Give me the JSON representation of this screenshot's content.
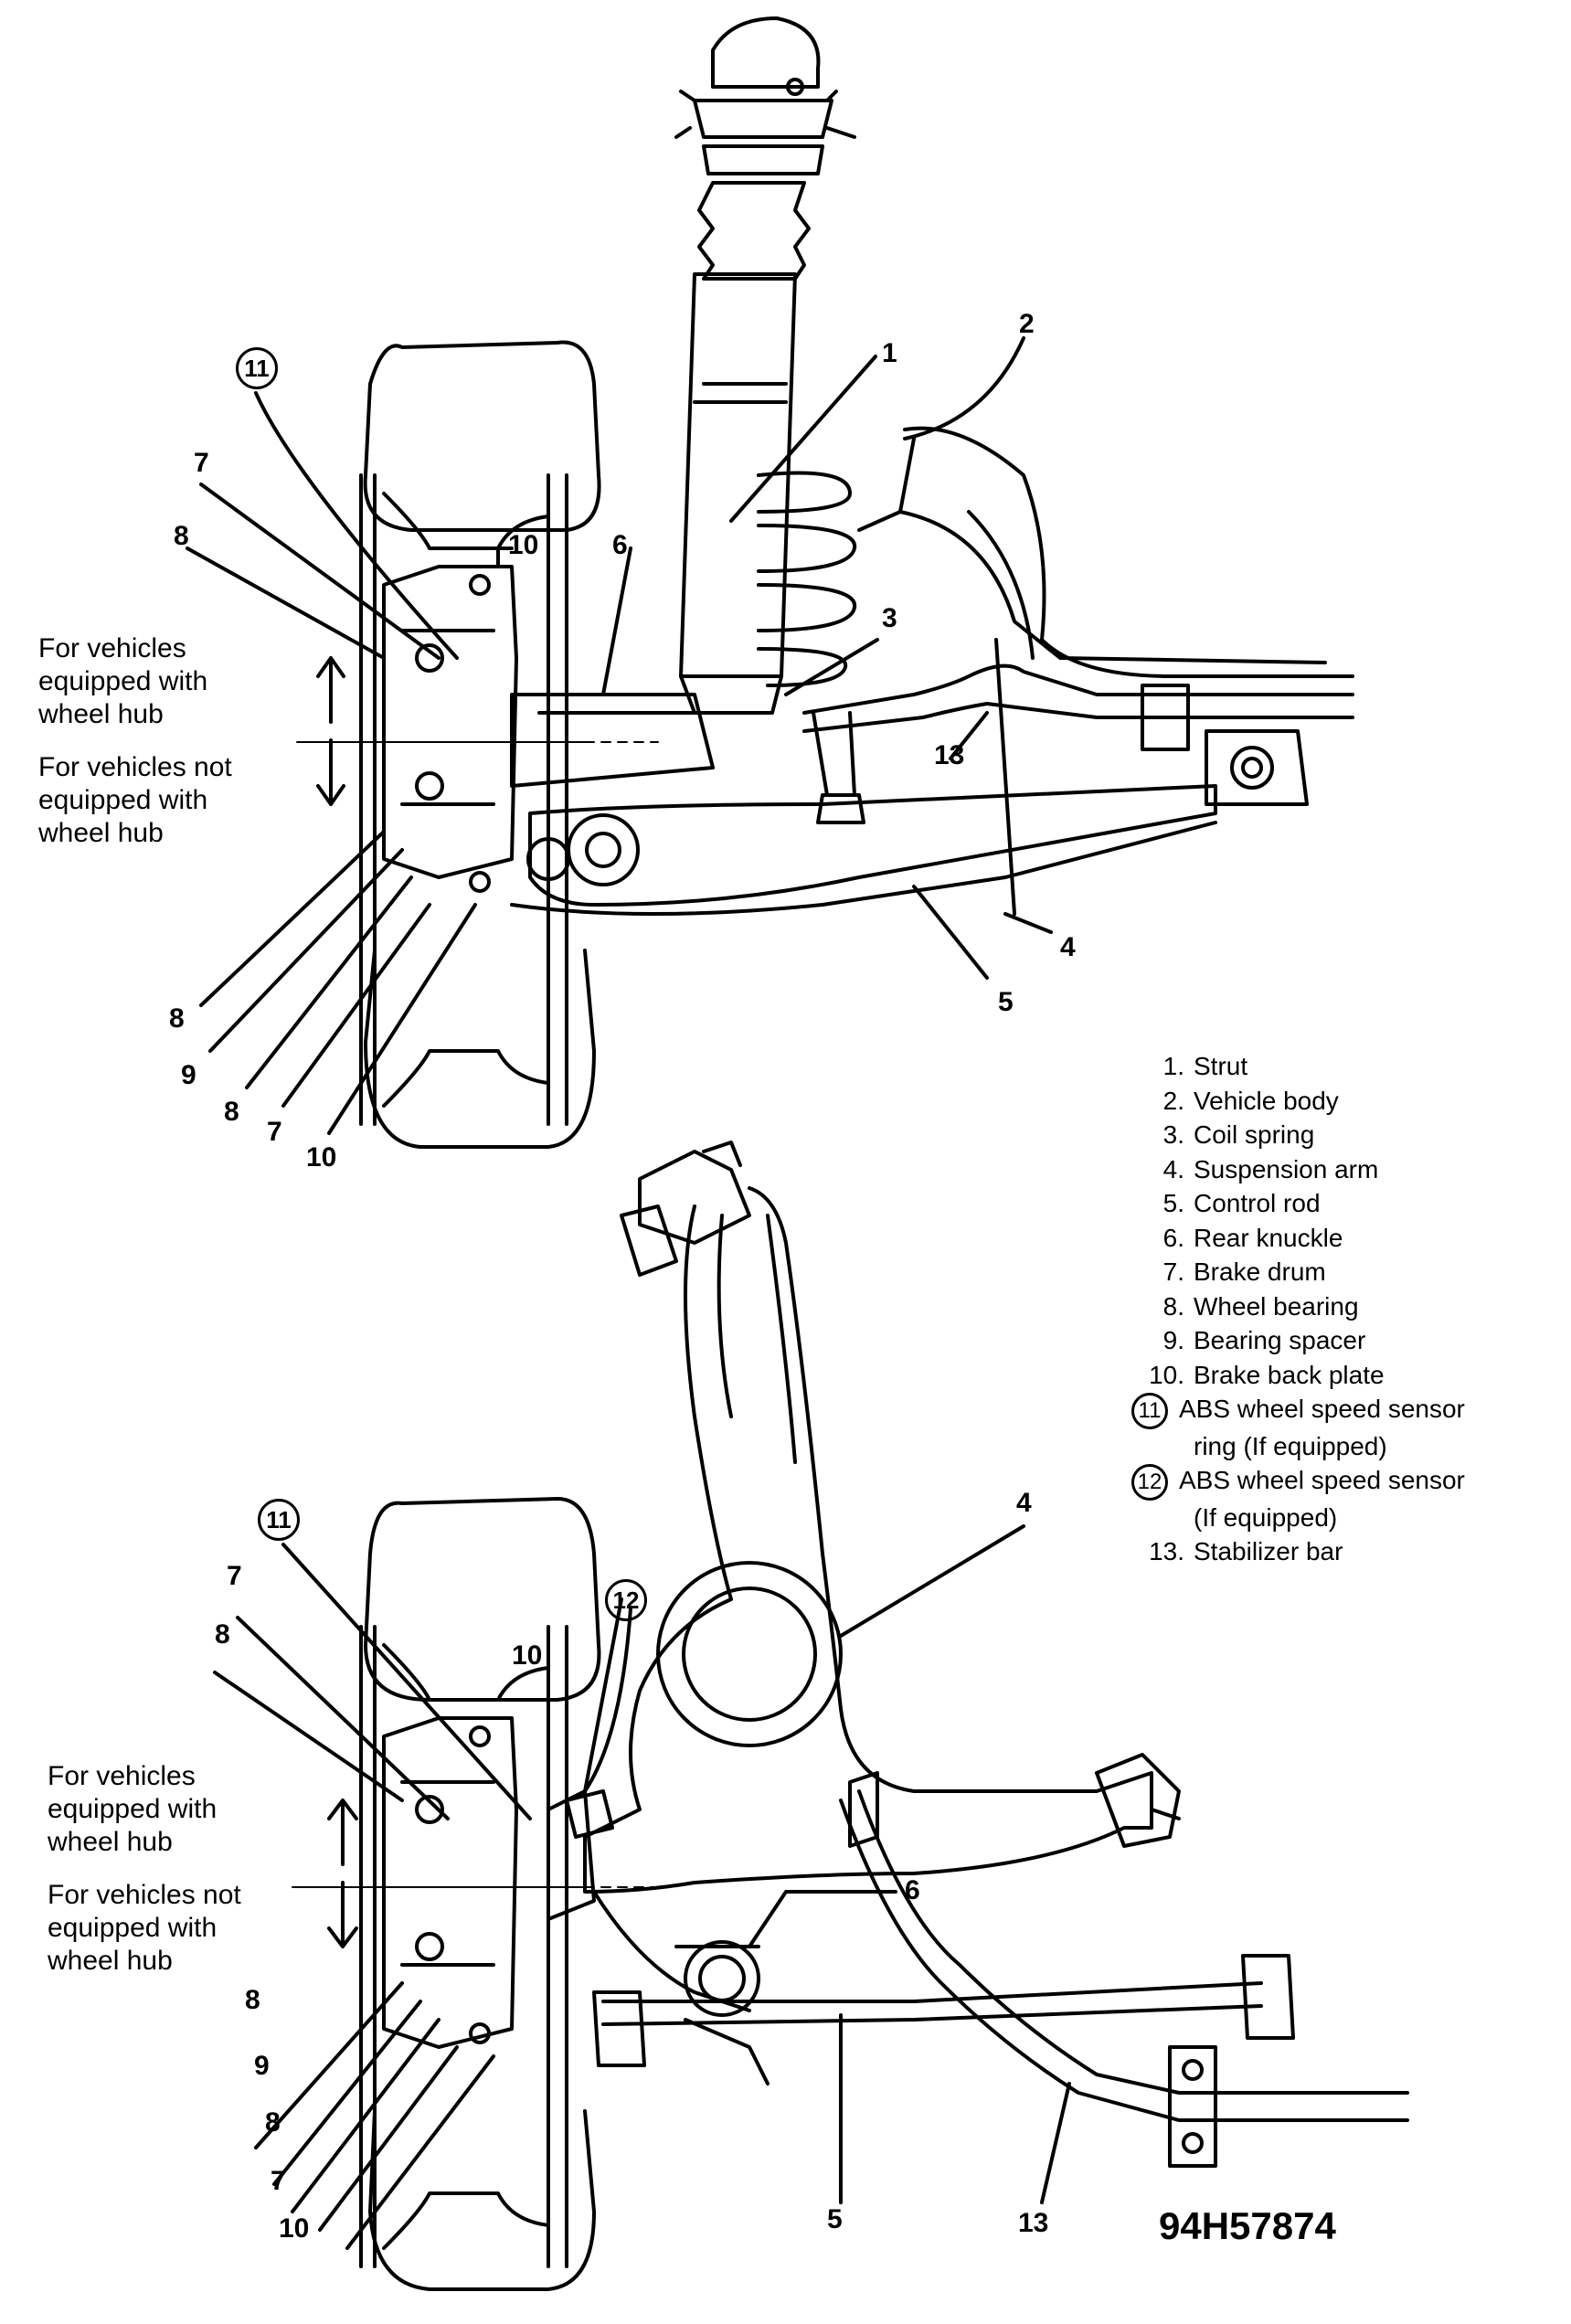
{
  "callouts_top": {
    "n1": "1",
    "n2": "2",
    "n3": "3",
    "n4": "4",
    "n5": "5",
    "n6": "6",
    "n7a": "7",
    "n8a": "8",
    "n10a": "10",
    "n11": "11",
    "n13": "13",
    "n8b": "8",
    "n9": "9",
    "n8c": "8",
    "n7b": "7",
    "n10b": "10"
  },
  "callouts_bottom": {
    "n4": "4",
    "n5": "5",
    "n6": "6",
    "n7a": "7",
    "n8a": "8",
    "n10a": "10",
    "n11": "11",
    "n12": "12",
    "n13": "13",
    "n8b": "8",
    "n9": "9",
    "n8c": "8",
    "n7b": "7",
    "n10b": "10"
  },
  "notes": {
    "with_hub": [
      "For vehicles",
      "equipped with",
      "wheel hub"
    ],
    "without_hub": [
      "For vehicles not",
      "equipped with",
      "wheel hub"
    ]
  },
  "legend": [
    {
      "num": "1.",
      "text": "Strut"
    },
    {
      "num": "2.",
      "text": "Vehicle body"
    },
    {
      "num": "3.",
      "text": "Coil spring"
    },
    {
      "num": "4.",
      "text": "Suspension arm"
    },
    {
      "num": "5.",
      "text": "Control rod"
    },
    {
      "num": "6.",
      "text": "Rear knuckle"
    },
    {
      "num": "7.",
      "text": "Brake drum"
    },
    {
      "num": "8.",
      "text": "Wheel bearing"
    },
    {
      "num": "9.",
      "text": "Bearing spacer"
    },
    {
      "num": "10.",
      "text": "Brake back plate"
    },
    {
      "num": "11",
      "text": "ABS wheel speed sensor",
      "text2": "ring (If equipped)",
      "circled": true
    },
    {
      "num": "12",
      "text": "ABS wheel speed sensor",
      "text2": "(If equipped)",
      "circled": true
    },
    {
      "num": "13.",
      "text": "Stabilizer bar"
    }
  ],
  "figure_id": "94H57874"
}
